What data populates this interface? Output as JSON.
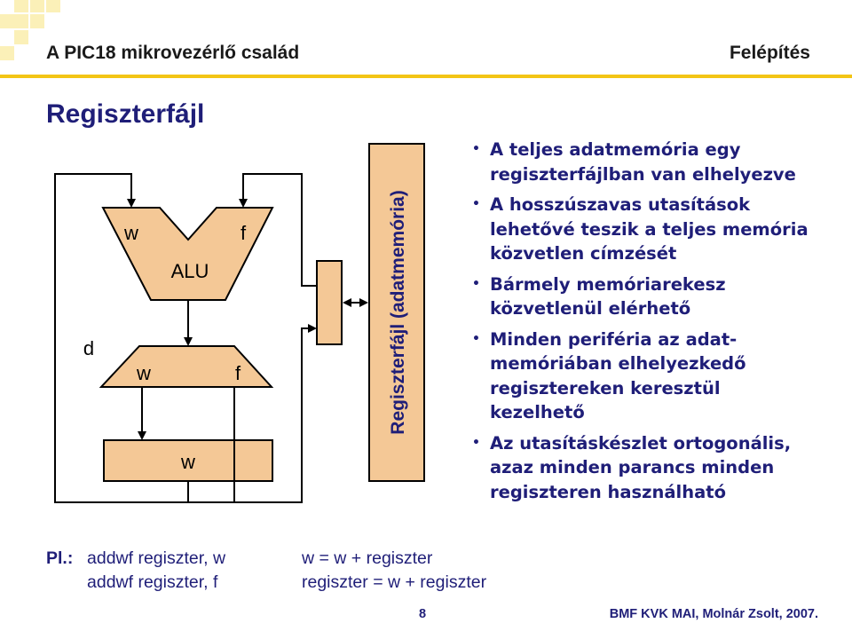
{
  "header": {
    "title": "A PIC18 mikrovezérlő család",
    "section": "Felépítés"
  },
  "slide": {
    "title": "Regiszterfájl"
  },
  "diagram": {
    "alu_input_left": "w",
    "alu_input_right": "f",
    "alu_label": "ALU",
    "d_label": "d",
    "mux_left": "w",
    "mux_right": "f",
    "w_register": "w",
    "register_file_label": "Regiszterfájl (adatmemória)"
  },
  "bullets": [
    {
      "lines": [
        "A teljes adatmemória egy",
        "regiszterfájlban van elhelyezve"
      ]
    },
    {
      "lines": [
        "A hosszúszavas utasítások",
        "lehetővé teszik a teljes memória",
        "közvetlen címzését"
      ]
    },
    {
      "lines": [
        "Bármely memóriarekesz",
        "közvetlenül elérhető"
      ]
    },
    {
      "lines": [
        "Minden periféria az adat-",
        "memóriában elhelyezkedő",
        "regisztereken keresztül",
        "kezelhető"
      ]
    },
    {
      "lines": [
        "Az utasításkészlet ortogonális,",
        "azaz minden parancs minden",
        "regiszteren használható"
      ]
    }
  ],
  "example": {
    "prefix": "Pl.:",
    "instr1": "addwf regiszter, w",
    "instr2": "addwf regiszter, f",
    "result1": "w = w + regiszter",
    "result2": "regiszter = w + regiszter"
  },
  "footer": {
    "page_number": "8",
    "credit": "BMF KVK MAI, Molnár Zsolt, 2007."
  },
  "colors": {
    "accent_yellow": "#f3c515",
    "shape_fill": "#f4c896",
    "text_navy": "#1f1e78",
    "decor_square": "#fbf0b8"
  }
}
